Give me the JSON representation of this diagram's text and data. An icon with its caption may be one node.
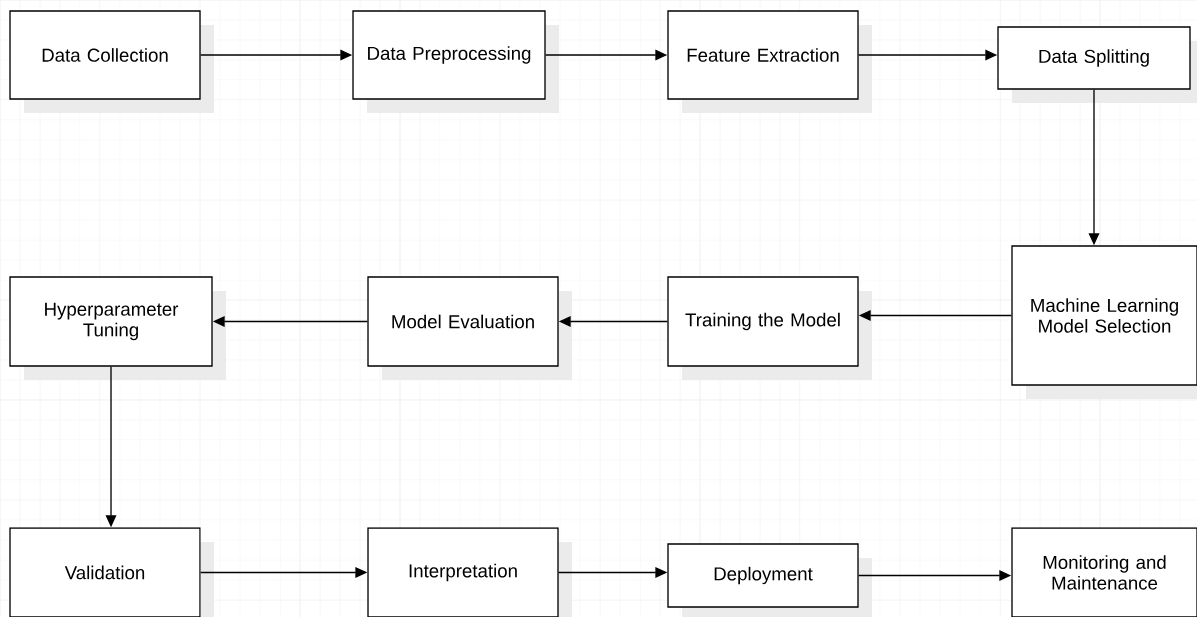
{
  "diagram": {
    "nodes": [
      {
        "text": [
          "Data Collection"
        ]
      },
      {
        "text": [
          "Data Preprocessing"
        ]
      },
      {
        "text": [
          "Feature Extraction"
        ]
      },
      {
        "text": [
          "Data Splitting"
        ]
      },
      {
        "text": [
          "Machine Learning Model Selection"
        ]
      },
      {
        "text": [
          "Training the Model"
        ]
      },
      {
        "text": [
          "Model Evaluation"
        ]
      },
      {
        "text": [
          "Hyperparameter Tuning"
        ]
      },
      {
        "text": [
          "Validation"
        ]
      },
      {
        "text": [
          "Interpretation"
        ]
      },
      {
        "text": [
          "Deployment"
        ]
      },
      {
        "text": [
          "Monitoring and Maintenance"
        ]
      }
    ],
    "edges": [
      {
        "from": 0,
        "to": 1,
        "arrow": "to"
      },
      {
        "from": 1,
        "to": 2,
        "arrow": "to"
      },
      {
        "from": 2,
        "to": 3,
        "arrow": "to"
      },
      {
        "from": 3,
        "to": 4,
        "arrow": "to"
      },
      {
        "from": 4,
        "to": 5,
        "arrow": "to"
      },
      {
        "from": 5,
        "to": 6,
        "arrow": "to"
      },
      {
        "from": 6,
        "to": 7,
        "arrow": "to"
      },
      {
        "from": 7,
        "to": 8,
        "arrow": "to"
      },
      {
        "from": 8,
        "to": 9,
        "arrow": "to"
      },
      {
        "from": 9,
        "to": 10,
        "arrow": "to"
      },
      {
        "from": 10,
        "to": 11,
        "arrow": "to"
      }
    ]
  }
}
